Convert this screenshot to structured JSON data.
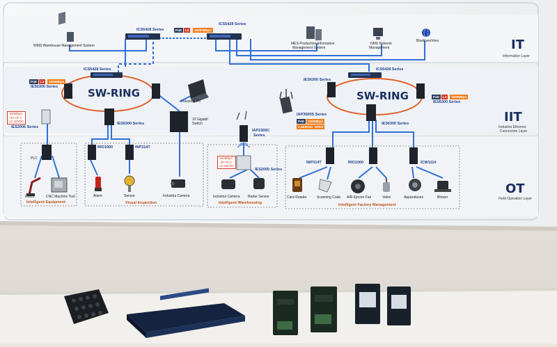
{
  "poster": {
    "layers": {
      "it": {
        "code": "IT",
        "name": "Information Layer"
      },
      "iit": {
        "code": "IIT",
        "name_line1": "Industria Ethernet",
        "name_line2": "Connection Layer"
      },
      "ot": {
        "code": "OT",
        "name": "Field Operation Layer"
      }
    },
    "it_nodes": {
      "wms": "WMS Warehouse Management System",
      "mes_line1": "MES Production Information",
      "mes_line2": "Management System",
      "nms_line1": "NMS Network",
      "nms_line2": "Management",
      "blueeyes": "BlueEyesView"
    },
    "core_switches": {
      "left": "ICS5428 Series",
      "right": "ICS5428 Series",
      "badges": [
        "PoE",
        "L3",
        "10000Mbps"
      ]
    },
    "left_ring": {
      "label": "SW-RING",
      "top_switch": "ICS5428 Series",
      "badges": [
        "PoE",
        "L3",
        "1000Mbps"
      ],
      "side_switch": "IES6300 Series",
      "bottom_switch": "IES6300 Series",
      "edge_switch": "IES2006 Series",
      "edge_badge_lines": [
        "100Mbps",
        "-40-75°C",
        "12-48VDC"
      ],
      "industrial_pc": "Industrial PC",
      "gigabit_line1": "10 Gigabit",
      "gigabit_line2": "Switch"
    },
    "right_ring": {
      "label": "SW-RING",
      "top_switch": "ICS5428 Series",
      "side_switch": "IES6300 Series",
      "right_switch": "IES6300 Series",
      "badges": [
        "PoE",
        "L3",
        "1000Mbps"
      ],
      "bottom_switch": "IES6300 Series",
      "ap": "IAP3600S Series",
      "ap_badges": [
        "PoE",
        "1000Mbps",
        "2.4&5GHz",
        "WiFi6"
      ]
    },
    "warehouse": {
      "ap": "IAP2300C",
      "ap_series": "Series",
      "badge_lines": [
        "100Mbps",
        "-40-75°C",
        "12-48VDC"
      ],
      "edge_switch": "IES2005 Series",
      "items": [
        "Industria Camera",
        "Radar Sensor"
      ],
      "section": "Intelligent Warehousing"
    },
    "equipment": {
      "device": "PLC",
      "items": [
        "Robot",
        "CNC Machine Tool"
      ],
      "section": "Intelligent Equipment"
    },
    "vision": {
      "devices": [
        "RIO1000",
        "INP314T"
      ],
      "items": [
        "Alarm",
        "Sensor"
      ],
      "camera": "Industria Camera",
      "section": "Visual Inspection"
    },
    "factory": {
      "devices": [
        "INP314T",
        "RIO1000",
        "ICW1114"
      ],
      "items": [
        "Card Reader",
        "Scanning Code",
        "AIR Ejector Fan",
        "Valve",
        "Apparatuses",
        "Blower"
      ],
      "section": "Intelligent Factory Management"
    }
  },
  "colors": {
    "wall": "#e9e5df",
    "poster": "#f5f6f7",
    "band": "#dfe6ef",
    "link": "#2f6fd6",
    "ring": "#e0622c",
    "device": "#1e232b",
    "table": "#ece9e4"
  },
  "icons": [
    "server-icon",
    "monitor-icon",
    "globe-icon",
    "switch-icon",
    "access-point-icon",
    "camera-icon",
    "robot-icon",
    "alarm-icon",
    "valve-icon",
    "fan-icon"
  ]
}
